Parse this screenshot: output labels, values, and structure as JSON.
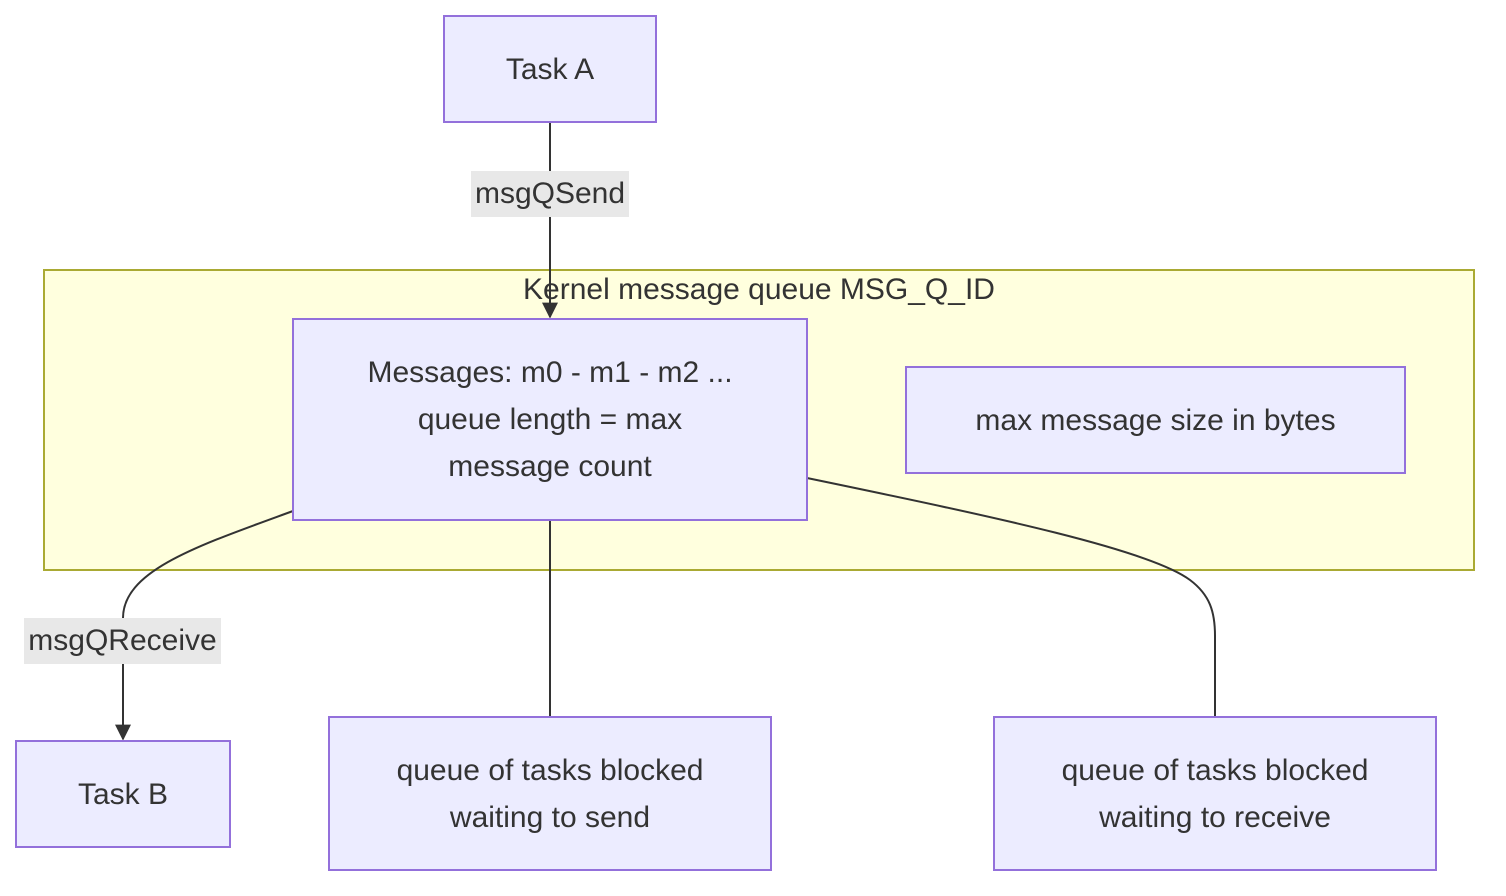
{
  "cluster": {
    "title": "Kernel message queue MSG_Q_ID"
  },
  "nodes": {
    "task_a": {
      "label": "Task A"
    },
    "task_b": {
      "label": "Task B"
    },
    "messages": {
      "lines": [
        "Messages: m0 - m1 - m2 ...",
        "queue length = max",
        "message count"
      ]
    },
    "max_size": {
      "label": "max message size in bytes"
    },
    "send_wait": {
      "lines": [
        "queue of tasks blocked",
        "waiting to send"
      ]
    },
    "recv_wait": {
      "lines": [
        "queue of tasks blocked",
        "waiting to receive"
      ]
    }
  },
  "edges": {
    "send_label": "msgQSend",
    "receive_label": "msgQReceive"
  },
  "colors": {
    "node_fill": "#ececff",
    "node_border": "#9370db",
    "cluster_fill": "#ffffde",
    "cluster_border": "#aaaa33",
    "edge": "#333333",
    "label_bg": "#e8e8e8"
  }
}
